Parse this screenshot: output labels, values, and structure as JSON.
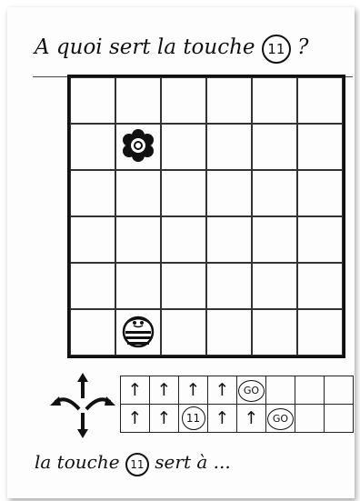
{
  "title": {
    "prefix": "A quoi sert la touche",
    "key": "11",
    "suffix": "?"
  },
  "board": {
    "rows": 6,
    "cols": 6,
    "tokens": [
      {
        "name": "flower-icon",
        "row": 2,
        "col": 2
      },
      {
        "name": "ladybug-robot-icon",
        "row": 6,
        "col": 2
      }
    ]
  },
  "controls": {
    "icons": [
      "turn-left-arrow-icon",
      "forward-arrow-icon",
      "turn-right-arrow-icon",
      "backward-arrow-icon"
    ]
  },
  "program": {
    "row1": [
      "↑",
      "↑",
      "↑",
      "↑",
      "GO",
      "",
      "",
      ""
    ],
    "row2": [
      "↑",
      "↑",
      "11",
      "↑",
      "↑",
      "GO",
      "",
      ""
    ]
  },
  "answer": {
    "prefix": "la touche",
    "key": "11",
    "suffix": "sert à ..."
  }
}
